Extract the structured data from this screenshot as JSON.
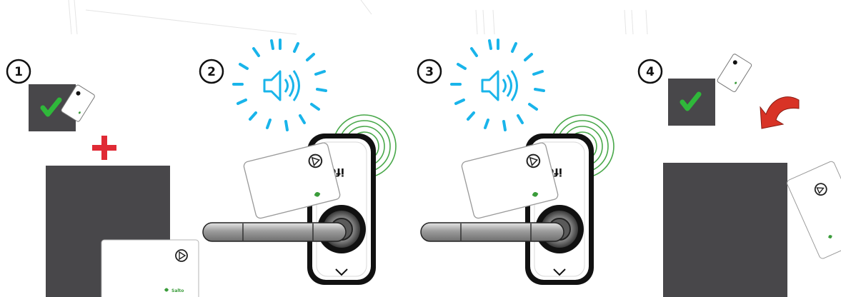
{
  "steps": [
    {
      "number": "1"
    },
    {
      "number": "2"
    },
    {
      "number": "3"
    },
    {
      "number": "4"
    }
  ],
  "brand": {
    "lock_logo": "ifos",
    "card_logo": "Salto"
  },
  "icons": {
    "check": "check-icon",
    "plus": "plus-icon",
    "sound": "speaker-sound-icon",
    "rfid": "rfid-waves-icon",
    "return": "return-arrow-icon",
    "card_chip": "card-play-icon"
  },
  "colors": {
    "check_green": "#2fb83a",
    "plus_red": "#e02a35",
    "sound_blue": "#19b4ea",
    "rfid_green": "#49a84a",
    "arrow_red": "#d83326",
    "panel_dark": "#48474a",
    "device_black": "#111111",
    "card_leaf_green": "#3a9c3a"
  }
}
